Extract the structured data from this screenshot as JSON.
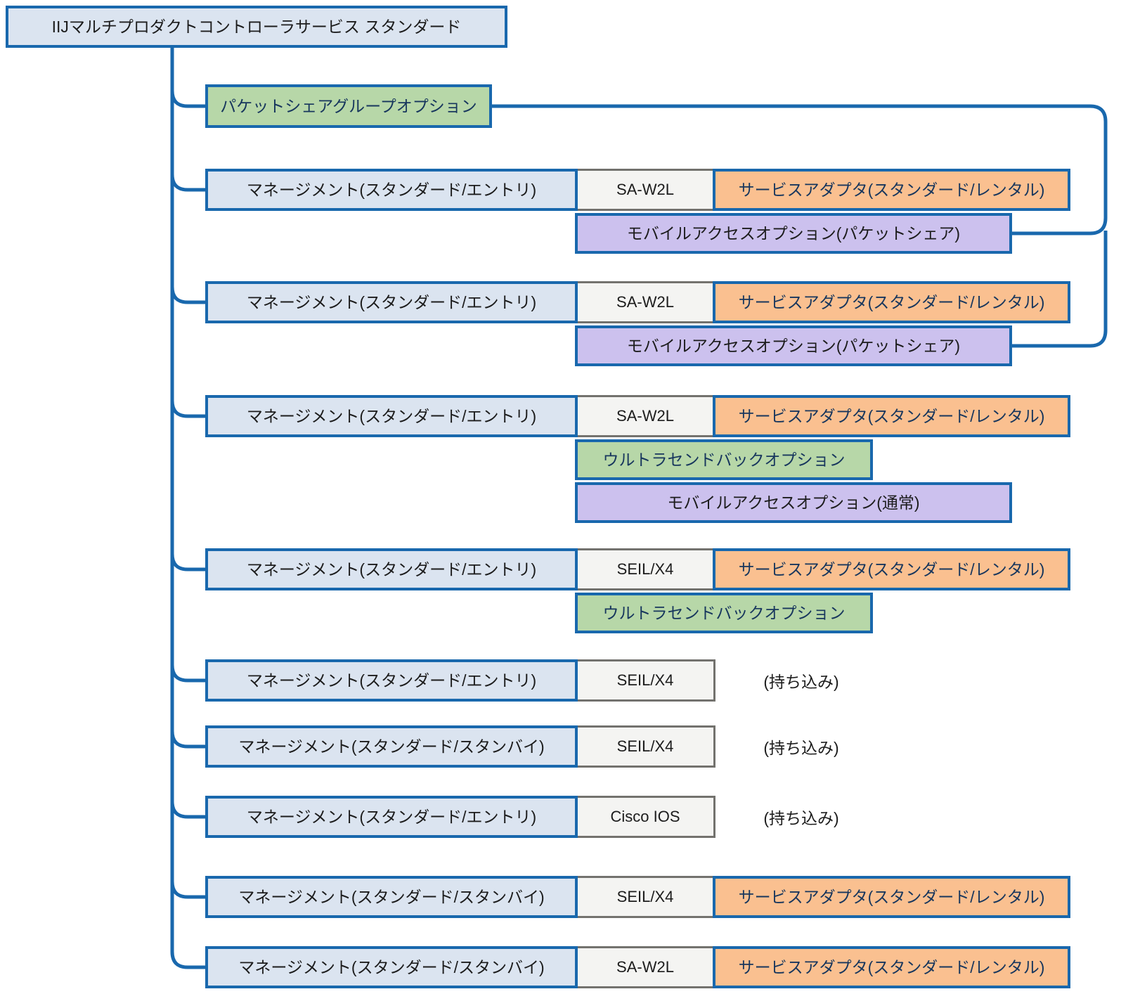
{
  "diagram": {
    "title": "IIJマルチプロダクトコントローラサービス スタンダード",
    "packet_share_option": "パケットシェアグループオプション",
    "rows": [
      {
        "management": "マネージメント(スタンダード/エントリ)",
        "device": "SA-W2L",
        "adapter": "サービスアダプタ(スタンダード/レンタル)",
        "options": [
          "モバイルアクセスオプション(パケットシェア)"
        ]
      },
      {
        "management": "マネージメント(スタンダード/エントリ)",
        "device": "SA-W2L",
        "adapter": "サービスアダプタ(スタンダード/レンタル)",
        "options": [
          "モバイルアクセスオプション(パケットシェア)"
        ]
      },
      {
        "management": "マネージメント(スタンダード/エントリ)",
        "device": "SA-W2L",
        "adapter": "サービスアダプタ(スタンダード/レンタル)",
        "options": [
          "ウルトラセンドバックオプション",
          "モバイルアクセスオプション(通常)"
        ]
      },
      {
        "management": "マネージメント(スタンダード/エントリ)",
        "device": "SEIL/X4",
        "adapter": "サービスアダプタ(スタンダード/レンタル)",
        "options": [
          "ウルトラセンドバックオプション"
        ]
      },
      {
        "management": "マネージメント(スタンダード/エントリ)",
        "device": "SEIL/X4",
        "note": "(持ち込み)"
      },
      {
        "management": "マネージメント(スタンダード/スタンバイ)",
        "device": "SEIL/X4",
        "note": "(持ち込み)"
      },
      {
        "management": "マネージメント(スタンダード/エントリ)",
        "device": "Cisco IOS",
        "note": "(持ち込み)"
      },
      {
        "management": "マネージメント(スタンダード/スタンバイ)",
        "device": "SEIL/X4",
        "adapter": "サービスアダプタ(スタンダード/レンタル)"
      },
      {
        "management": "マネージメント(スタンダード/スタンバイ)",
        "device": "SA-W2L",
        "adapter": "サービスアダプタ(スタンダード/レンタル)"
      }
    ],
    "colors": {
      "line_blue": "#1968ad",
      "fill_light_blue": "#dbe4f0",
      "fill_green": "#b7d7a8",
      "fill_orange": "#fac090",
      "fill_purple": "#ccc1ee",
      "fill_device": "#f4f4f2",
      "border_device_gray": "#73726e",
      "text_navy": "#17365d",
      "text_dark": "#1c1c1c"
    }
  }
}
